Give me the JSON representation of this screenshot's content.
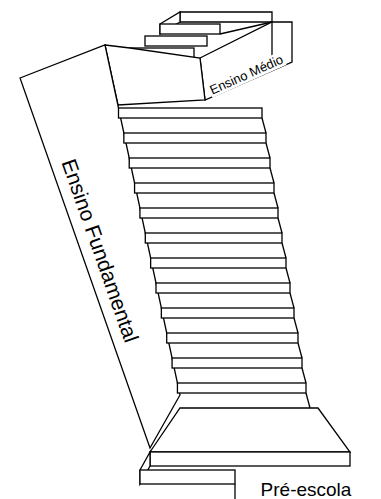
{
  "diagram": {
    "labels": [
      "Ensino Médio",
      "Ensino Fundamental",
      "Pré-escola"
    ]
  }
}
